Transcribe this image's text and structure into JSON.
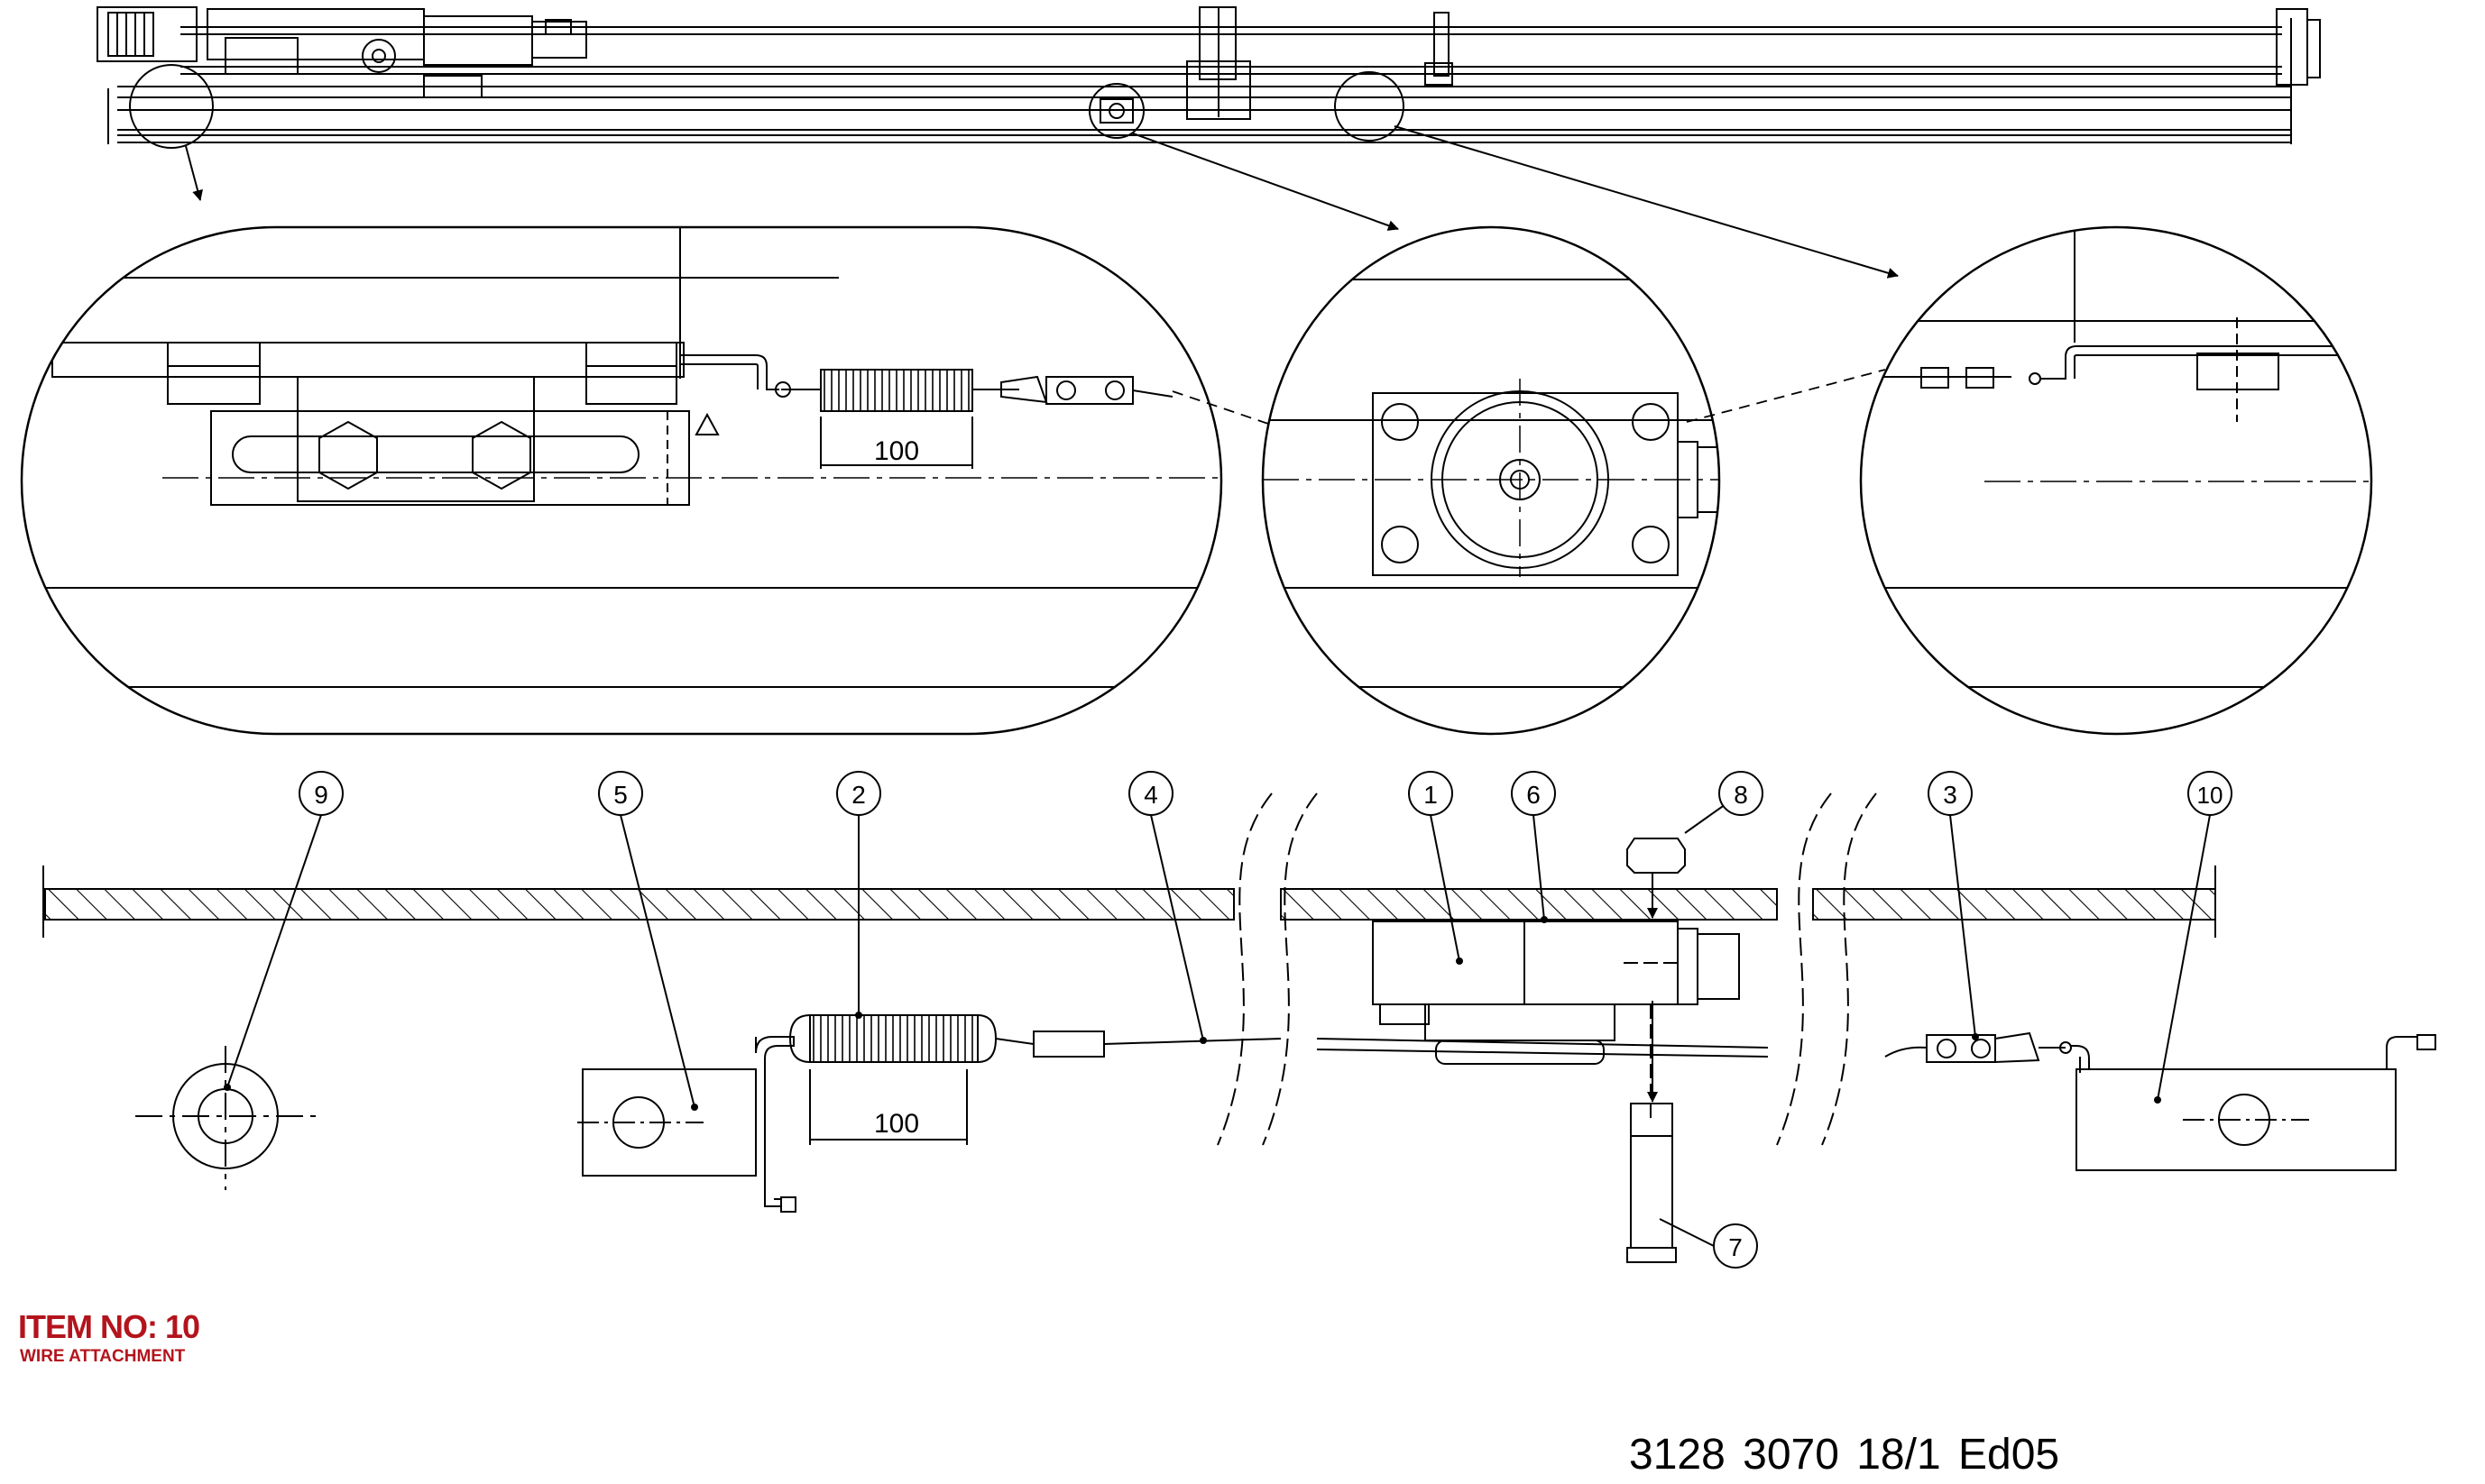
{
  "item": {
    "title": "ITEM NO: 10",
    "subtitle": "WIRE ATTACHMENT"
  },
  "document": {
    "number": "3128 3070 18/1  Ed05"
  },
  "dimensions": {
    "detail_spring_length": "100",
    "main_spring_length": "100"
  },
  "callouts": [
    {
      "id": "callout-9",
      "label": "9"
    },
    {
      "id": "callout-5",
      "label": "5"
    },
    {
      "id": "callout-2",
      "label": "2"
    },
    {
      "id": "callout-4",
      "label": "4"
    },
    {
      "id": "callout-1",
      "label": "1"
    },
    {
      "id": "callout-6",
      "label": "6"
    },
    {
      "id": "callout-8",
      "label": "8"
    },
    {
      "id": "callout-3",
      "label": "3"
    },
    {
      "id": "callout-10",
      "label": "10"
    },
    {
      "id": "callout-7",
      "label": "7"
    }
  ],
  "colors": {
    "ink": "#000000",
    "title_red": "#b3141c",
    "paper": "#ffffff"
  }
}
